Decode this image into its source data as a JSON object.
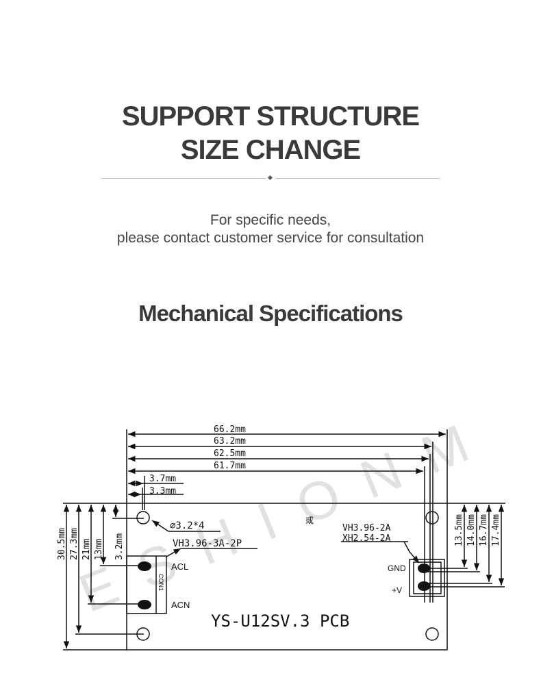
{
  "header": {
    "title_line1": "SUPPORT STRUCTURE",
    "title_line2": "SIZE CHANGE",
    "subtitle_line1": "For specific needs,",
    "subtitle_line2": "please contact customer service for consultation"
  },
  "section": {
    "title": "Mechanical Specifications"
  },
  "drawing": {
    "watermark": "ESHIONM",
    "horizontal_dims": [
      "66.2mm",
      "63.2mm",
      "62.5mm",
      "61.7mm",
      "3.7mm",
      "3.3mm"
    ],
    "left_vertical_dims": [
      "30.5mm",
      "27.3mm",
      "21mm",
      "13mm",
      "3.2mm"
    ],
    "right_vertical_dims": [
      "13.5mm",
      "14.0mm",
      "16.7mm",
      "17.4mm"
    ],
    "hole_label": "⌀3.2*4",
    "left_connector_type": "VH3.96-3A-2P",
    "left_connector_ref": "CON1",
    "pin_acl": "ACL",
    "pin_acn": "ACN",
    "right_connector_type_1": "VH3.96-2A",
    "right_connector_type_2": "XH2.54-2A",
    "pin_gnd": "GND",
    "pin_v": "+V",
    "or_symbol": "或",
    "board_name": "YS-U12SV.3 PCB"
  }
}
